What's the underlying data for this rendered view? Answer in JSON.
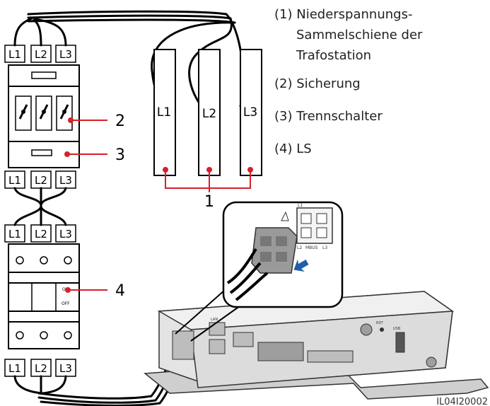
{
  "figure_id": "IL04I20002",
  "legend": [
    {
      "num": "(1)",
      "lines": [
        "Niederspannungs-",
        "Sammelschiene der",
        "Trafostation"
      ]
    },
    {
      "num": "(2)",
      "lines": [
        "Sicherung"
      ]
    },
    {
      "num": "(3)",
      "lines": [
        "Trennschalter"
      ]
    },
    {
      "num": "(4)",
      "lines": [
        "LS"
      ]
    }
  ],
  "callouts": {
    "busbar": "1",
    "fuse": "2",
    "switch": "3",
    "breaker": "4"
  },
  "busbar_labels": [
    "L1",
    "L2",
    "L3"
  ],
  "terminal_labels": [
    "L1",
    "L2",
    "L3"
  ],
  "connector": {
    "top_label": "L1",
    "bottom_left": "L2",
    "bottom_mid": "MBUS",
    "bottom_right": "L3"
  },
  "breaker_marks": {
    "on": "ON",
    "off": "OFF"
  },
  "device_port_labels": {
    "lan": "LAN",
    "usb": "USB",
    "rst": "RST"
  },
  "colors": {
    "callout_line": "#d6202a",
    "arrow": "#1f5fa8",
    "line": "#000000",
    "device": "#dcdcdc"
  }
}
